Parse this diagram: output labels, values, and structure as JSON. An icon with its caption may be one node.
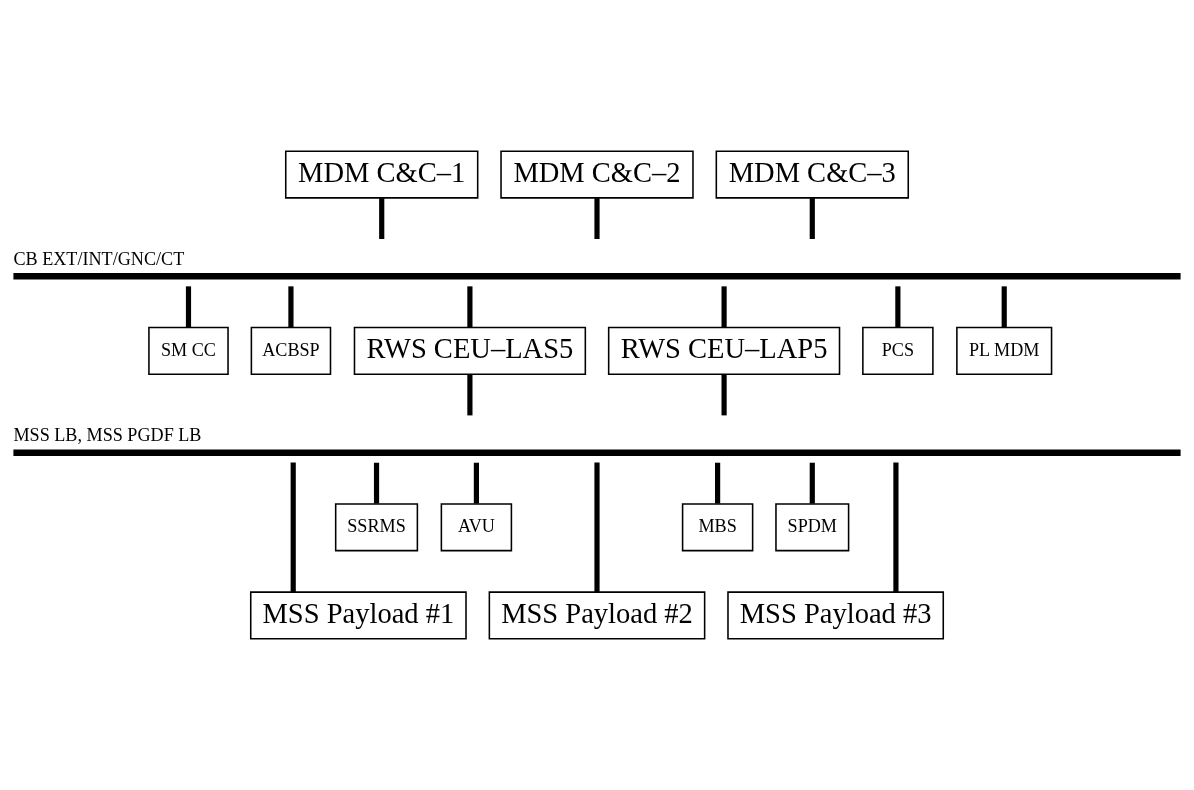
{
  "diagram": {
    "nodes": [
      {
        "text": [
          "MDM C&C–1"
        ]
      },
      {
        "text": [
          "MDM C&C–2"
        ]
      },
      {
        "text": [
          "MDM C&C–3"
        ]
      },
      {
        "text": [
          "CB EXT/INT/GNC/CT"
        ]
      },
      {
        "text": [
          "SM CC"
        ]
      },
      {
        "text": [
          "ACBSP"
        ]
      },
      {
        "text": [
          "RWS CEU–LAS5"
        ]
      },
      {
        "text": [
          "RWS CEU–LAP5"
        ]
      },
      {
        "text": [
          "PCS"
        ]
      },
      {
        "text": [
          "PL MDM"
        ]
      },
      {
        "text": [
          "MSS LB, MSS PGDF LB"
        ]
      },
      {
        "text": [
          "SSRMS"
        ]
      },
      {
        "text": [
          "AVU"
        ]
      },
      {
        "text": [
          "MSS Payload #1"
        ]
      },
      {
        "text": [
          "MSS Payload #2"
        ]
      },
      {
        "text": [
          "MSS Payload #3"
        ]
      },
      {
        "text": [
          "MBS"
        ]
      },
      {
        "text": [
          "SPDM"
        ]
      }
    ],
    "edges": [
      {
        "from": 0,
        "to": 3,
        "arrow": "none"
      },
      {
        "from": 1,
        "to": 3,
        "arrow": "none"
      },
      {
        "from": 2,
        "to": 3,
        "arrow": "none"
      },
      {
        "from": 3,
        "to": 4,
        "arrow": "none"
      },
      {
        "from": 3,
        "to": 5,
        "arrow": "none"
      },
      {
        "from": 3,
        "to": 6,
        "arrow": "none"
      },
      {
        "from": 3,
        "to": 7,
        "arrow": "none"
      },
      {
        "from": 3,
        "to": 8,
        "arrow": "none"
      },
      {
        "from": 3,
        "to": 9,
        "arrow": "none"
      },
      {
        "from": 6,
        "to": 10,
        "arrow": "none"
      },
      {
        "from": 7,
        "to": 10,
        "arrow": "none"
      },
      {
        "from": 10,
        "to": 11,
        "arrow": "none"
      },
      {
        "from": 10,
        "to": 12,
        "arrow": "none"
      },
      {
        "from": 10,
        "to": 13,
        "arrow": "none"
      },
      {
        "from": 10,
        "to": 14,
        "arrow": "none"
      },
      {
        "from": 10,
        "to": 15,
        "arrow": "none"
      },
      {
        "from": 10,
        "to": 16,
        "arrow": "none"
      },
      {
        "from": 10,
        "to": 17,
        "arrow": "none"
      }
    ]
  }
}
